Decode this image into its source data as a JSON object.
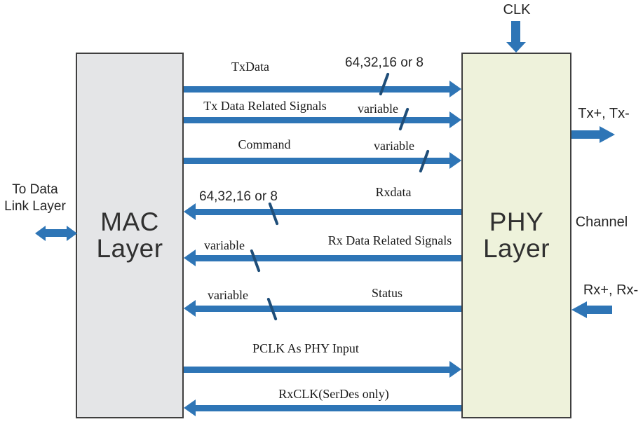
{
  "boxes": {
    "mac": {
      "line1": "MAC",
      "line2": "Layer"
    },
    "phy": {
      "line1": "PHY",
      "line2": "Layer"
    }
  },
  "signals": [
    {
      "name": "TxData",
      "width": "64,32,16 or 8",
      "direction": "right"
    },
    {
      "name": "Tx Data Related Signals",
      "width": "variable",
      "direction": "right"
    },
    {
      "name": "Command",
      "width": "variable",
      "direction": "right"
    },
    {
      "name": "Rxdata",
      "width": "64,32,16 or 8",
      "direction": "left"
    },
    {
      "name": "Rx Data Related Signals",
      "width": "variable",
      "direction": "left"
    },
    {
      "name": "Status",
      "width": "variable",
      "direction": "left"
    },
    {
      "name": "PCLK As PHY Input",
      "width": "",
      "direction": "right"
    },
    {
      "name": "RxCLK(SerDes only)",
      "width": "",
      "direction": "left"
    }
  ],
  "external": {
    "clk_label": "CLK",
    "tx_label": "Tx+, Tx-",
    "channel_label": "Channel",
    "rx_label": "Rx+, Rx-",
    "link_line1": "To Data",
    "link_line2": "Link Layer"
  },
  "colors": {
    "arrow_blue": "#2E75B6",
    "bus_slash_navy": "#1F4E79",
    "mac_fill": "#E4E5E7",
    "phy_fill": "#EEF2DB",
    "box_border": "#3F3F3F"
  }
}
